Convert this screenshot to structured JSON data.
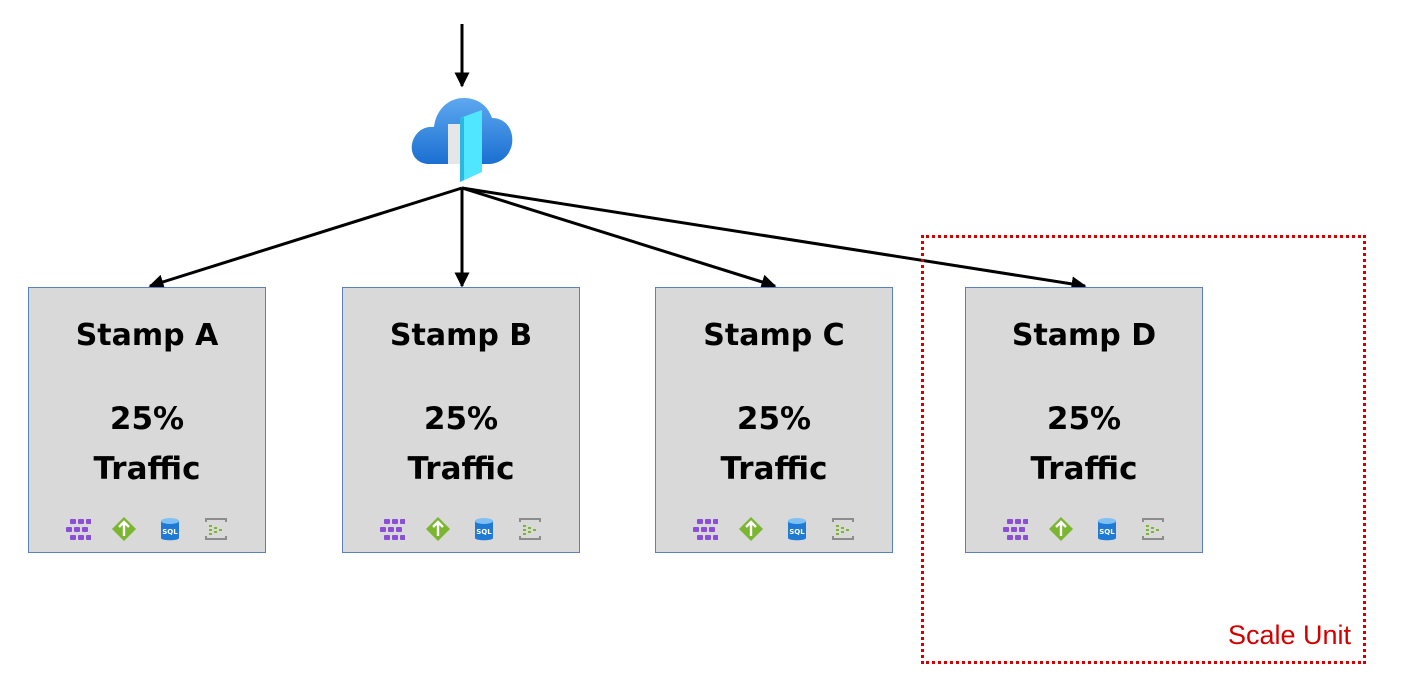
{
  "stamps": [
    {
      "title": "Stamp A",
      "percent": "25%",
      "traffic_label": "Traffic",
      "icons": [
        "aks-icon",
        "api-management-icon",
        "sql-database-icon",
        "event-hubs-icon"
      ]
    },
    {
      "title": "Stamp B",
      "percent": "25%",
      "traffic_label": "Traffic",
      "icons": [
        "aks-icon",
        "api-management-icon",
        "sql-database-icon",
        "event-hubs-icon"
      ]
    },
    {
      "title": "Stamp C",
      "percent": "25%",
      "traffic_label": "Traffic",
      "icons": [
        "aks-icon",
        "api-management-icon",
        "sql-database-icon",
        "event-hubs-icon"
      ]
    },
    {
      "title": "Stamp D",
      "percent": "25%",
      "traffic_label": "Traffic",
      "icons": [
        "aks-icon",
        "api-management-icon",
        "sql-database-icon",
        "event-hubs-icon"
      ]
    }
  ],
  "icon_text": {
    "sql": "SQL"
  },
  "scale_unit": {
    "label": "Scale Unit",
    "color": "#d40000"
  },
  "entry_point": {
    "icon": "front-door-icon"
  },
  "colors": {
    "stamp_fill": "#d9d9d9",
    "stamp_border": "#5b7fbf",
    "arrow": "#000000"
  }
}
